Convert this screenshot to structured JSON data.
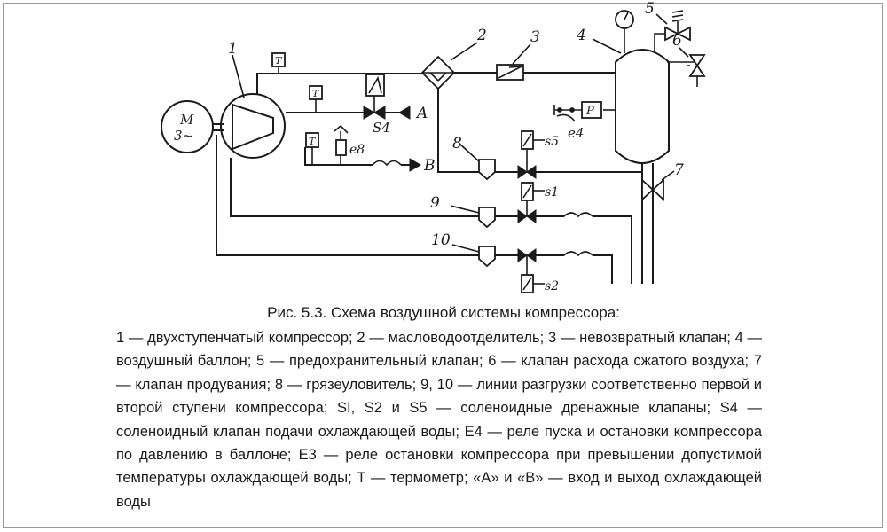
{
  "diagram": {
    "motor": {
      "line1": "M",
      "line2": "3~"
    },
    "callouts": {
      "n1": "1",
      "n2": "2",
      "n3": "3",
      "n4": "4",
      "n5": "5",
      "n6": "6",
      "n7": "7",
      "n8": "8",
      "n9": "9",
      "n10": "10"
    },
    "thermometer_label": "T",
    "pressure_relay_label": "P",
    "inlet_label": "A",
    "outlet_label": "B",
    "valve_labels": {
      "s4": "S4",
      "s5": "s5",
      "s1": "s1",
      "s2": "s2",
      "e4": "e4",
      "e8": "e8"
    }
  },
  "caption": {
    "title": "Рис. 5.3. Схема воздушной системы компрессора:",
    "body": "1 — двухступенчатый компрессор; 2 — масловодоотделитель; 3 — невозвратный клапан; 4 — воздушный баллон; 5 — предохранительный клапан; 6 — клапан расхода сжатого воздуха; 7 — клапан продувания; 8 — грязеуловитель; 9, 10 — линии разгрузки соответственно первой и второй ступени компрессора; SI, S2 и S5 — соленоидные дренажные клапаны; S4 — соленоидный клапан подачи охлаждающей воды; E4 — реле пуска и остановки компрессора по давлению в баллоне; E3 — реле остановки компрессора при превышении допустимой температуры охлаждающей воды; T — термометр; «A» и «B» — вход и выход охлаждающей воды"
  }
}
